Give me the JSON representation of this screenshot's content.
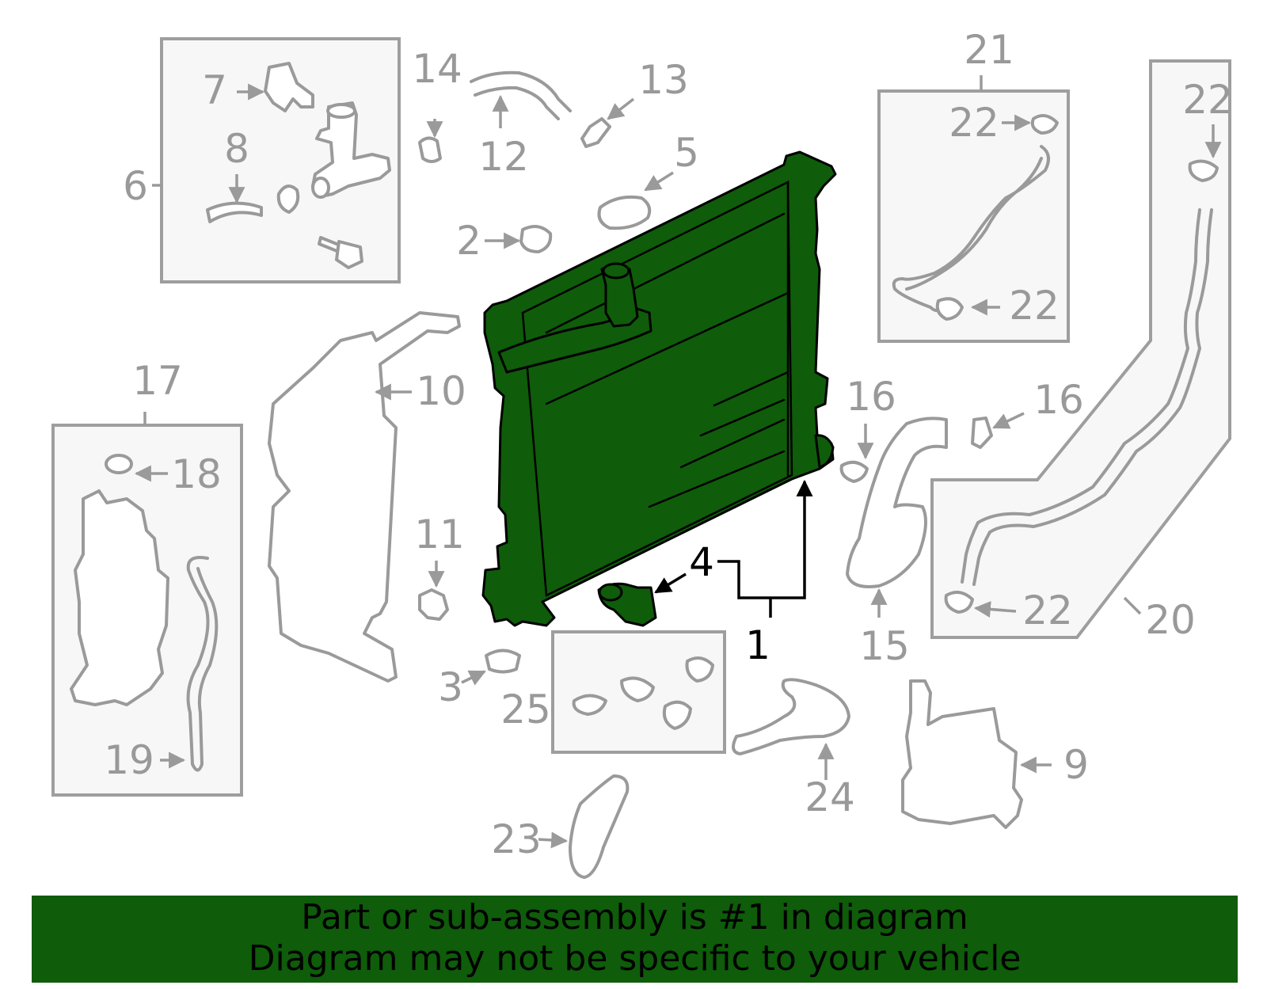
{
  "callouts": {
    "c1": "1",
    "c2": "2",
    "c3": "3",
    "c4": "4",
    "c5": "5",
    "c6": "6",
    "c7": "7",
    "c8": "8",
    "c9": "9",
    "c10": "10",
    "c11": "11",
    "c12": "12",
    "c13": "13",
    "c14": "14",
    "c15": "15",
    "c16a": "16",
    "c16b": "16",
    "c17": "17",
    "c18": "18",
    "c19": "19",
    "c20": "20",
    "c21": "21",
    "c22a": "22",
    "c22b": "22",
    "c22c": "22",
    "c22d": "22",
    "c23": "23",
    "c24": "24",
    "c25": "25"
  },
  "banner": {
    "line1": "Part or sub-assembly is #1 in diagram",
    "line2": "Diagram may not be specific to your vehicle"
  },
  "colors": {
    "highlight": "#0f5c0a",
    "parts": "#9a9a9a",
    "box_fill": "#f7f7f7"
  }
}
